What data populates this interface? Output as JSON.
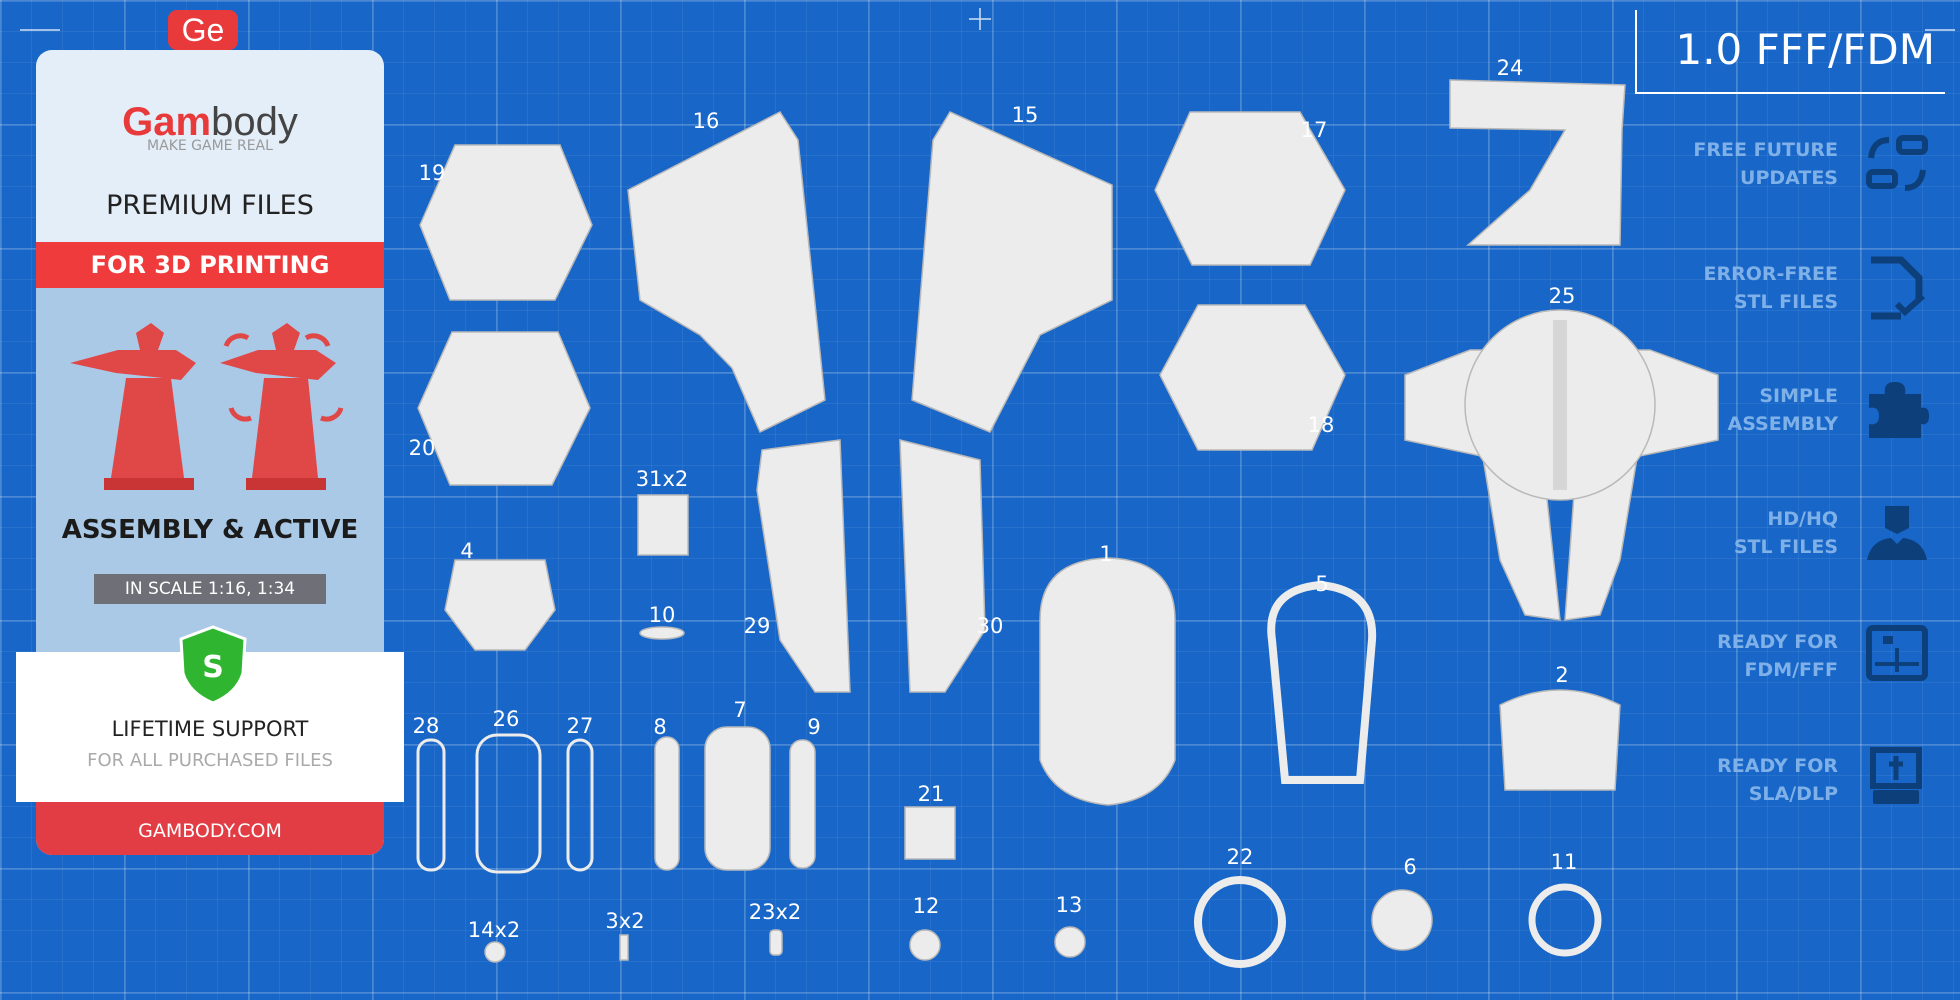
{
  "brand": {
    "logo_badge": "Ge",
    "name_red": "Gam",
    "name_gray": "body",
    "tagline": "MAKE GAME REAL"
  },
  "panel": {
    "premium": "PREMIUM FILES",
    "band": "FOR 3D PRINTING",
    "assembly": "ASSEMBLY & ACTIVE",
    "scale": "IN SCALE 1:16, 1:34",
    "shield_letter": "S",
    "support_title": "LIFETIME SUPPORT",
    "support_sub": "FOR ALL PURCHASED FILES",
    "website": "GAMBODY.COM"
  },
  "version": "1.0 FFF/FDM",
  "features": [
    {
      "line1": "FREE FUTURE",
      "line2": "UPDATES",
      "icon": "updates-icon"
    },
    {
      "line1": "ERROR-FREE",
      "line2": "STL FILES",
      "icon": "file-check-icon"
    },
    {
      "line1": "SIMPLE",
      "line2": "ASSEMBLY",
      "icon": "puzzle-icon"
    },
    {
      "line1": "HD/HQ",
      "line2": "STL FILES",
      "icon": "ironman-icon"
    },
    {
      "line1": "READY FOR",
      "line2": "FDM/FFF",
      "icon": "fdm-printer-icon"
    },
    {
      "line1": "READY FOR",
      "line2": "SLA/DLP",
      "icon": "sla-printer-icon"
    }
  ],
  "colors": {
    "background": "#1766c8",
    "accent_red": "#ef3b3b",
    "part": "#ececec",
    "feature_text": "#7fb1e8",
    "feature_icon": "#0d3f7a"
  },
  "part_labels": {
    "p1": "1",
    "p2": "2",
    "p3": "3x2",
    "p4": "4",
    "p5": "5",
    "p6": "6",
    "p7": "7",
    "p8": "8",
    "p9": "9",
    "p10": "10",
    "p11": "11",
    "p12": "12",
    "p13": "13",
    "p14": "14x2",
    "p15": "15",
    "p16": "16",
    "p17": "17",
    "p18": "18",
    "p19": "19",
    "p20": "20",
    "p21": "21",
    "p22": "22",
    "p23": "23x2",
    "p24": "24",
    "p25": "25",
    "p26": "26",
    "p27": "27",
    "p28": "28",
    "p29": "29",
    "p30": "30",
    "p31": "31x2"
  }
}
